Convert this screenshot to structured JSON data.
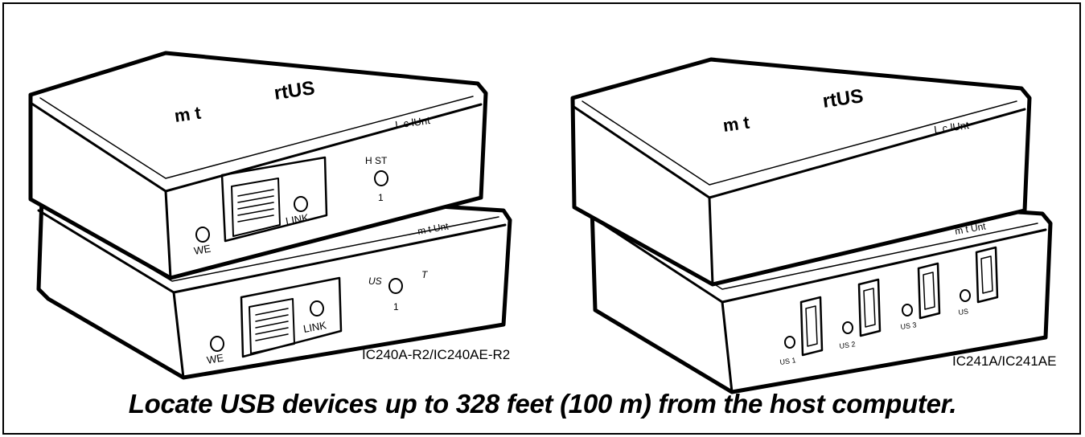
{
  "left_product": {
    "model": "IC240A-R2/IC240AE-R2",
    "top_unit": {
      "brand_partial_a": "m  t",
      "brand_partial_b": "rtUS",
      "unit_label": "L c lUnt",
      "power_label": "WE",
      "link_label": "LINK",
      "port_label": "H  ST",
      "port_number": "1"
    },
    "bottom_unit": {
      "unit_label": "m  t  Unt",
      "power_label": "WE",
      "link_label": "LINK",
      "port_label_a": "US",
      "port_label_b": "T",
      "port_number": "1"
    }
  },
  "right_product": {
    "model": "IC241A/IC241AE",
    "top_unit": {
      "brand_partial_a": "m  t",
      "brand_partial_b": "rtUS",
      "unit_label": "L c lUnt"
    },
    "bottom_unit": {
      "unit_label": "m  t  Unt",
      "ports": [
        {
          "label": "US  1"
        },
        {
          "label": "US  2"
        },
        {
          "label": "US  3"
        },
        {
          "label": "US"
        }
      ]
    }
  },
  "tagline": "Locate USB devices up to 328 feet (100 m) from the host computer."
}
